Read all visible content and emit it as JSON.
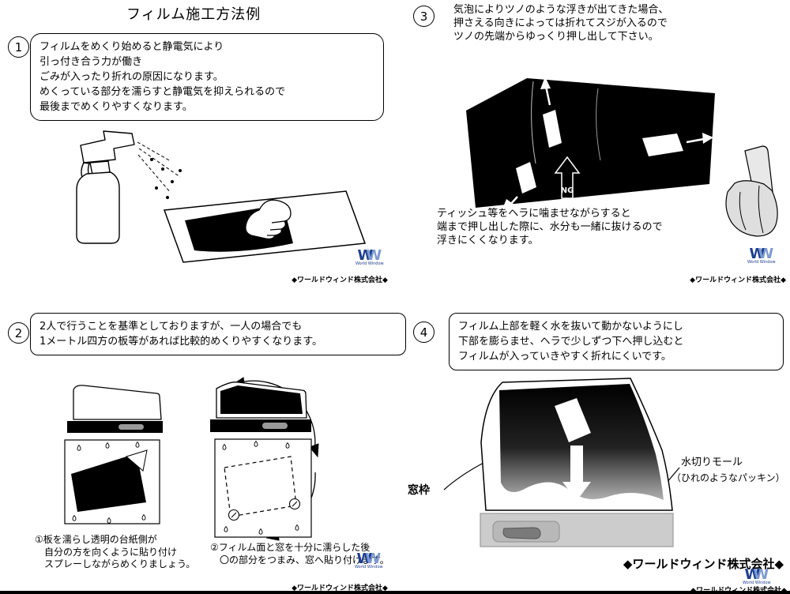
{
  "title": "フィルム施工方法例",
  "company": {
    "name_small": "◆ワールドウィンド株式会社◆",
    "name_large": "◆ワールドウィンド株式会社◆",
    "logo_w1": "W",
    "logo_w2": "W",
    "logo_subtitle": "World Window"
  },
  "step1": {
    "number": "1",
    "text": "フィルムをめくり始めると静電気により\n引っ付き合う力が働き\nごみが入ったり折れの原因になります。\nめくっている部分を濡らすと静電気を抑えられるので\n最後までめくりやすくなります。"
  },
  "step2": {
    "number": "2",
    "text": "2人で行うことを基準としておりますが、一人の場合でも\n1メートル四方の板等があれば比較的めくりやすくなります。",
    "caption_left": "①板を濡らし透明の台紙側が\n　自分の方を向くように貼り付け\n　スプレーしながらめくりましょう。",
    "caption_right": "②フィルム面と窓を十分に濡らした後\n　〇の部分をつまみ、窓へ貼り付けます。"
  },
  "step3": {
    "number": "3",
    "text": "気泡によりツノのような浮きが出てきた場合、\n押さえる向きによっては折れてスジが入るので\nツノの先端からゆっくり押し出して下さい。",
    "ng_label": "NG",
    "note": "ティッシュ等をヘラに噛ませながらすると\n端まで押し出した際に、水分も一緒に抜けるので\n浮きにくくなります。"
  },
  "step4": {
    "number": "4",
    "text": "フィルム上部を軽く水を抜いて動かないようにし\n下部を膨らませ、ヘラで少しずつ下へ押し込むと\nフィルムが入っていきやすく折れにくいです。",
    "label_window_frame": "窓枠",
    "label_molding_line1": "水切りモール",
    "label_molding_line2": "（ひれのようなパッキン）"
  }
}
